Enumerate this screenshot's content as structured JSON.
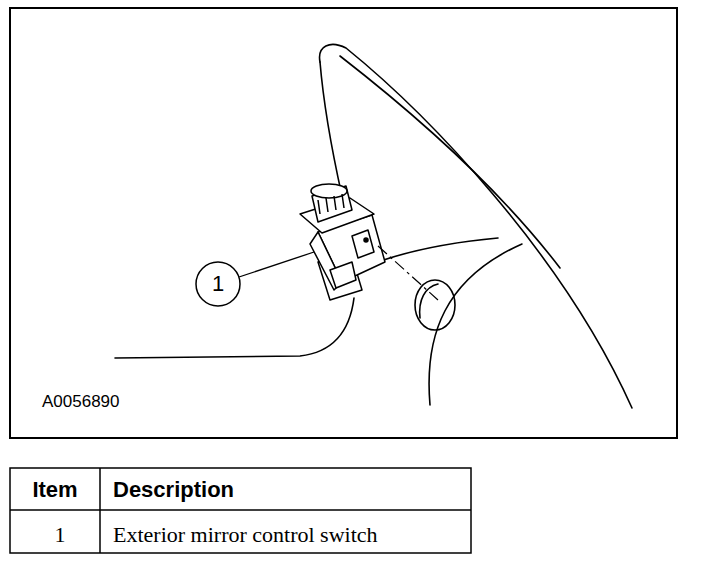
{
  "diagram": {
    "labels": [
      "1",
      "A0056890",
      "Item",
      "Description",
      "1",
      "Exterior mirror control switch"
    ]
  }
}
